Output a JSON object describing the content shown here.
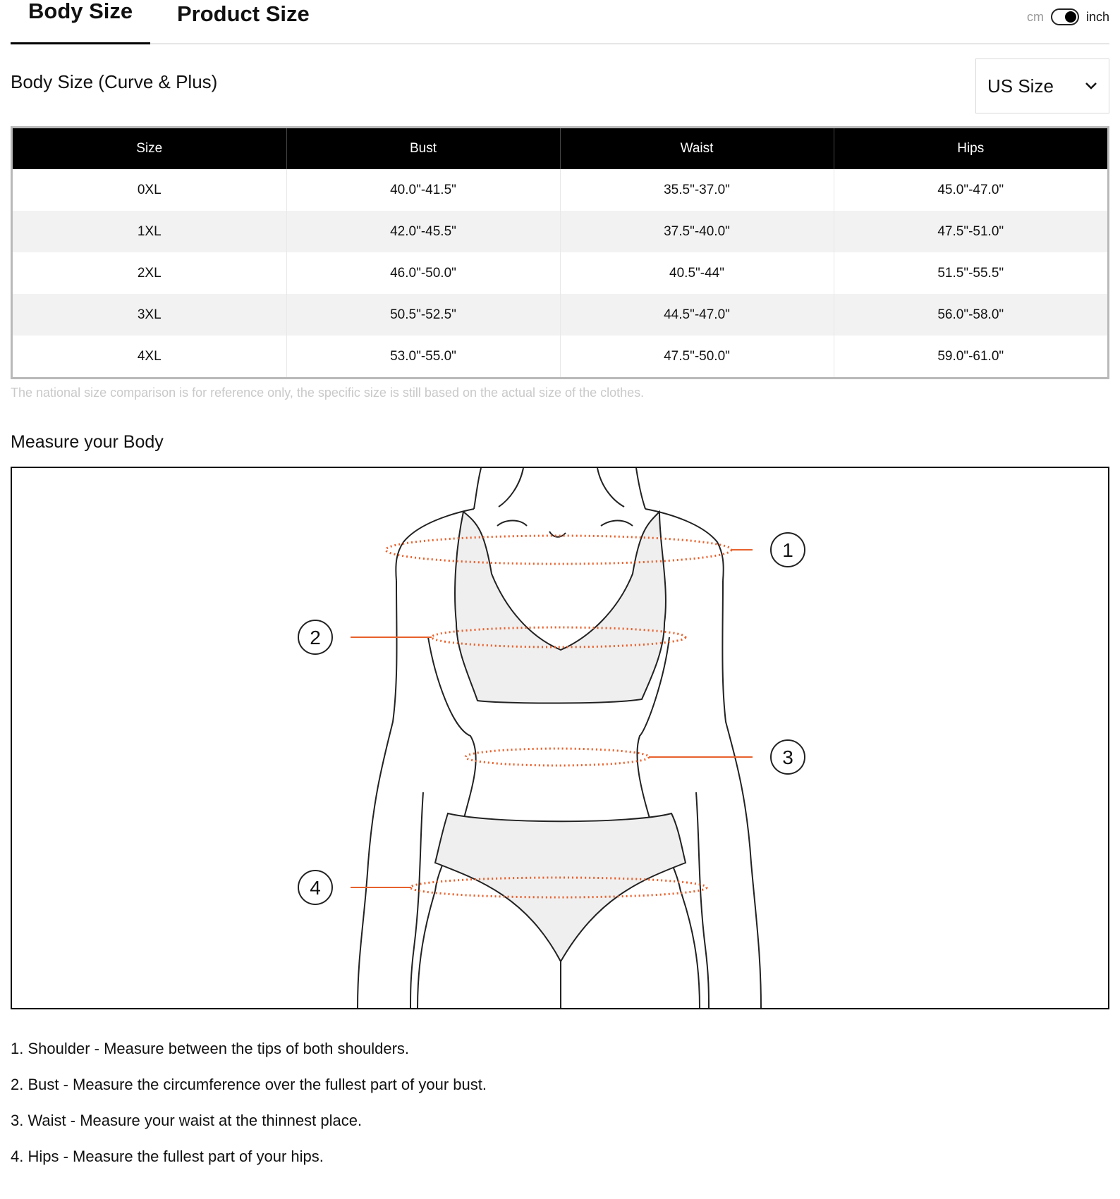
{
  "tabs": {
    "body": "Body Size",
    "product": "Product Size"
  },
  "units": {
    "cm": "cm",
    "inch": "inch",
    "selected": "inch"
  },
  "section_title": "Body Size (Curve & Plus)",
  "size_select": {
    "value": "US Size"
  },
  "table": {
    "headers": [
      "Size",
      "Bust",
      "Waist",
      "Hips"
    ],
    "rows": [
      [
        "0XL",
        "40.0\"-41.5\"",
        "35.5\"-37.0\"",
        "45.0\"-47.0\""
      ],
      [
        "1XL",
        "42.0\"-45.5\"",
        "37.5\"-40.0\"",
        "47.5\"-51.0\""
      ],
      [
        "2XL",
        "46.0\"-50.0\"",
        "40.5\"-44\"",
        "51.5\"-55.5\""
      ],
      [
        "3XL",
        "50.5\"-52.5\"",
        "44.5\"-47.0\"",
        "56.0\"-58.0\""
      ],
      [
        "4XL",
        "53.0\"-55.0\"",
        "47.5\"-50.0\"",
        "59.0\"-61.0\""
      ]
    ]
  },
  "note": "The national size comparison is for reference only, the specific size is still based on the actual size of the clothes.",
  "measure_title": "Measure your Body",
  "diagram_markers": [
    "1",
    "2",
    "3",
    "4"
  ],
  "instructions": [
    "1. Shoulder - Measure between the tips of both shoulders.",
    "2. Bust - Measure the circumference over the fullest part of your bust.",
    "3. Waist - Measure your waist at the thinnest place.",
    "4. Hips - Measure the fullest part of your hips."
  ],
  "colors": {
    "accent_dotted": "#e8612c",
    "header_bg": "#000000"
  }
}
